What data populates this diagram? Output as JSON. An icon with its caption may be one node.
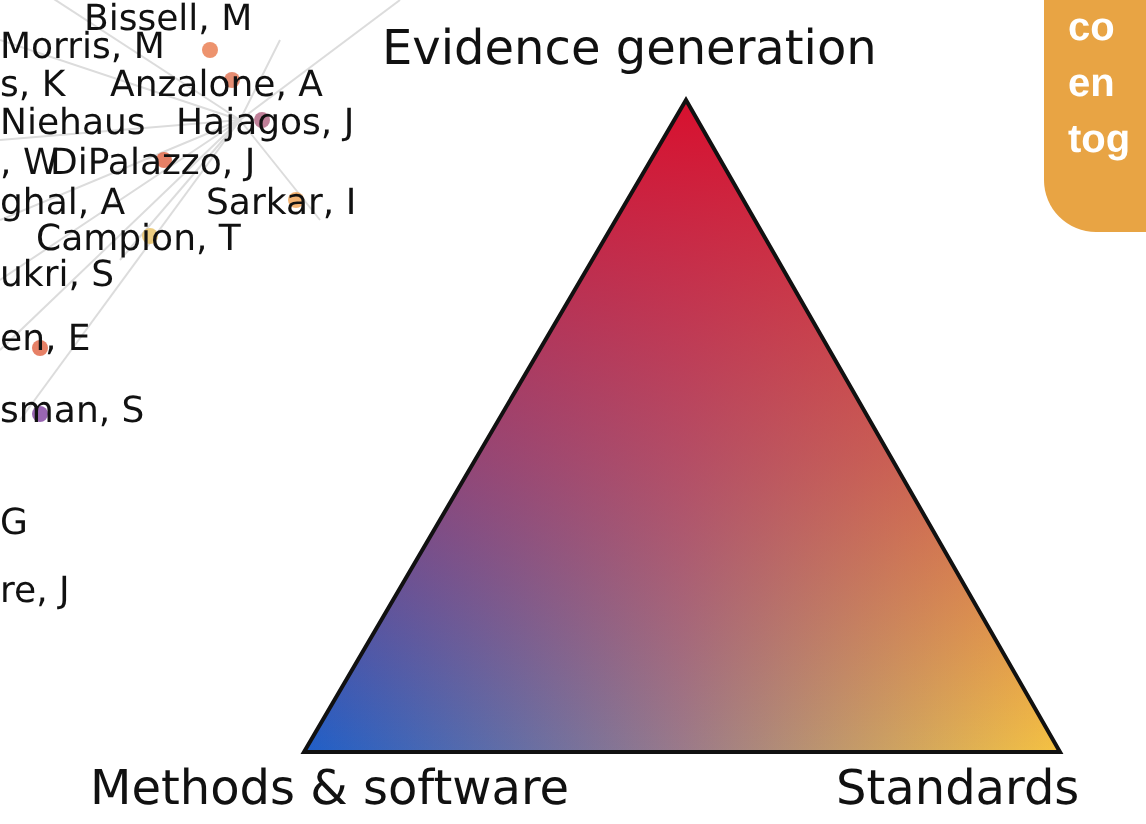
{
  "diagram": {
    "nodes": [
      {
        "text": [
          "co en tog"
        ]
      }
    ],
    "edges": [],
    "labels": [
      "Bissell, M",
      "Morris, M",
      "s, K",
      "Anzalone, A",
      "Niehaus",
      "Hajagos, J",
      ", W",
      "DiPalazzo, J",
      "ghal, A",
      "Sarkar, I",
      "Campion, T",
      "ukri, S",
      "en, E",
      "sman, S",
      "G",
      "re, J",
      "Evidence generation",
      "Methods & software",
      "Standards"
    ]
  }
}
